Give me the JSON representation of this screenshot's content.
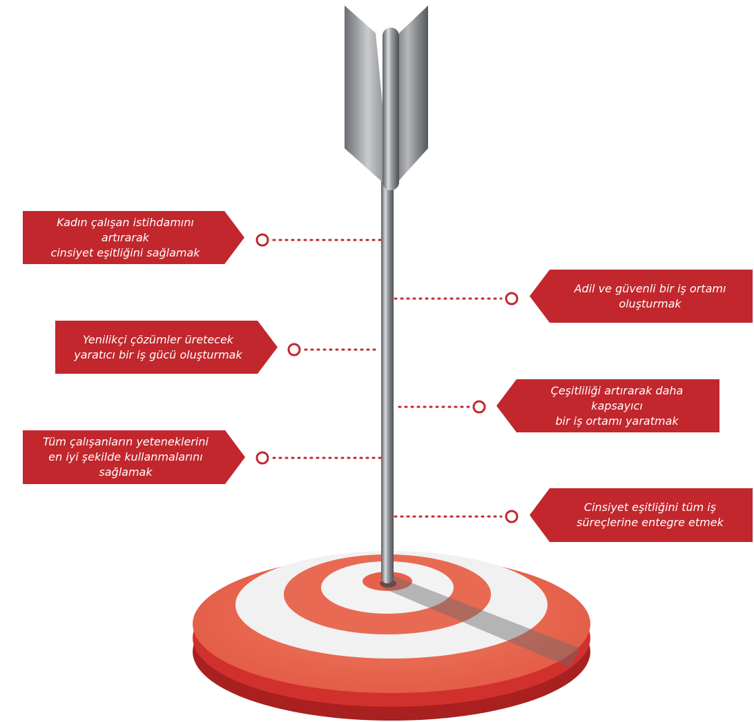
{
  "colors": {
    "label_fill": "#c1272d",
    "connector": "#c1272d",
    "target_red": "#e8604c",
    "target_white": "#f1f1f1",
    "target_base": "#d0312d",
    "arrow_metal": "#8f9296"
  },
  "goals": [
    {
      "id": "goal-1",
      "side": "left",
      "lines": [
        "Kadın çalışan istihdamını artırarak",
        "cinsiyet eşitliğini sağlamak"
      ]
    },
    {
      "id": "goal-2",
      "side": "right",
      "lines": [
        "Adil ve güvenli bir iş ortamı",
        "oluşturmak"
      ]
    },
    {
      "id": "goal-3",
      "side": "left",
      "lines": [
        "Yenilikçi çözümler üretecek",
        "yaratıcı bir iş gücü oluşturmak"
      ]
    },
    {
      "id": "goal-4",
      "side": "right",
      "lines": [
        "Çeşitliliği artırarak daha kapsayıcı",
        "bir iş ortamı yaratmak"
      ]
    },
    {
      "id": "goal-5",
      "side": "left",
      "lines": [
        "Tüm çalışanların yeteneklerini",
        "en iyi şekilde kullanmalarını",
        "sağlamak"
      ]
    },
    {
      "id": "goal-6",
      "side": "right",
      "lines": [
        "Cinsiyet eşitliğini tüm iş",
        "süreçlerine entegre etmek"
      ]
    }
  ]
}
